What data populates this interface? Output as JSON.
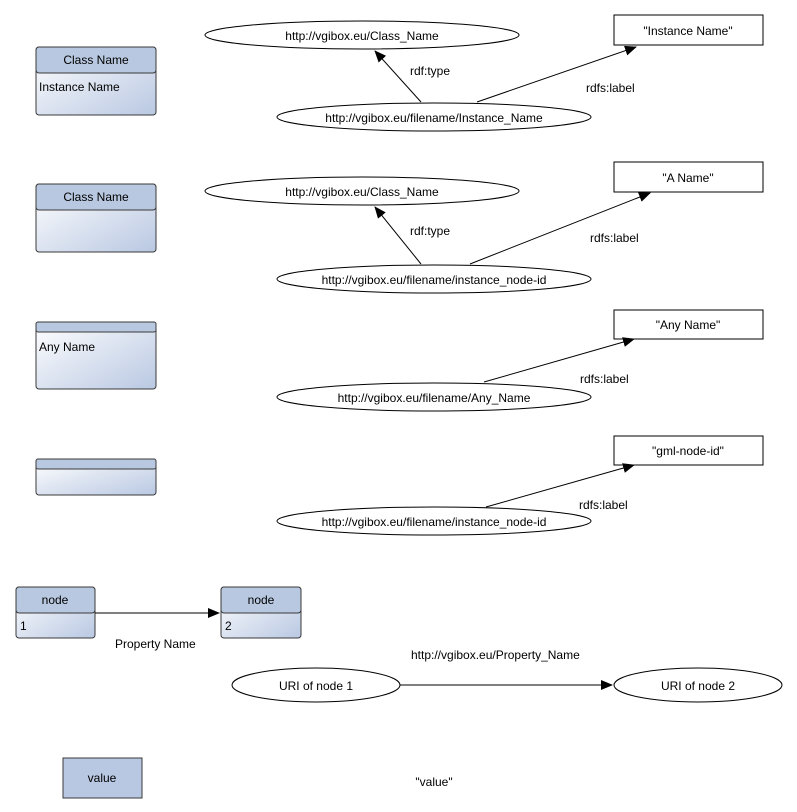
{
  "legend": {
    "row1": {
      "box_header": "Class Name",
      "box_body": "Instance Name",
      "class_uri": "http://vgibox.eu/Class_Name",
      "instance_uri": "http://vgibox.eu/filename/Instance_Name",
      "label_literal": "\"Instance Name\"",
      "type_edge": "rdf:type",
      "label_edge": "rdfs:label"
    },
    "row2": {
      "box_header": "Class Name",
      "class_uri": "http://vgibox.eu/Class_Name",
      "instance_uri": "http://vgibox.eu/filename/instance_node-id",
      "label_literal": "\"A Name\"",
      "type_edge": "rdf:type",
      "label_edge": "rdfs:label"
    },
    "row3": {
      "box_body": "Any Name",
      "instance_uri": "http://vgibox.eu/filename/Any_Name",
      "label_literal": "\"Any Name\"",
      "label_edge": "rdfs:label"
    },
    "row4": {
      "instance_uri": "http://vgibox.eu/filename/instance_node-id",
      "label_literal": "\"gml-node-id\"",
      "label_edge": "rdfs:label"
    },
    "row5": {
      "node1_header": "node",
      "node1_body": "1",
      "node2_header": "node",
      "node2_body": "2",
      "edge_label": "Property Name",
      "property_uri": "http://vgibox.eu/Property_Name",
      "uri_node1": "URI of node 1",
      "uri_node2": "URI of node 2"
    },
    "row6": {
      "value_box": "value",
      "value_literal": "\"value\""
    }
  },
  "colors": {
    "box_header": "#b8c8e0",
    "box_gradient_top": "#ffffff",
    "box_gradient_bottom": "#b9c8e2"
  }
}
